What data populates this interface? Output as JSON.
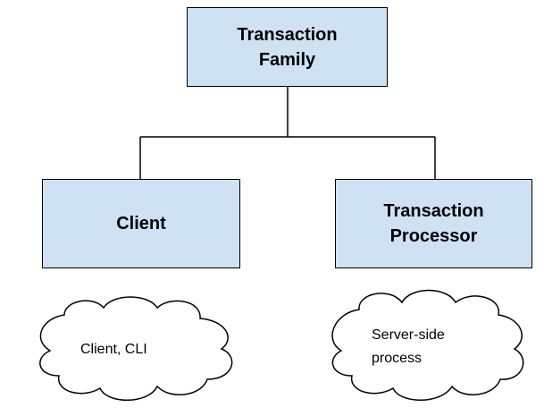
{
  "colors": {
    "box_fill": "#cfe2f3",
    "stroke": "#000000",
    "cloud_fill": "#ffffff"
  },
  "nodes": {
    "root": {
      "line1": "Transaction",
      "line2": "Family"
    },
    "client": {
      "label": "Client"
    },
    "processor": {
      "line1": "Transaction",
      "line2": "Processor"
    }
  },
  "clouds": {
    "client_note": {
      "label": "Client, CLI"
    },
    "processor_note": {
      "line1": "Server-side",
      "line2": "process"
    }
  }
}
